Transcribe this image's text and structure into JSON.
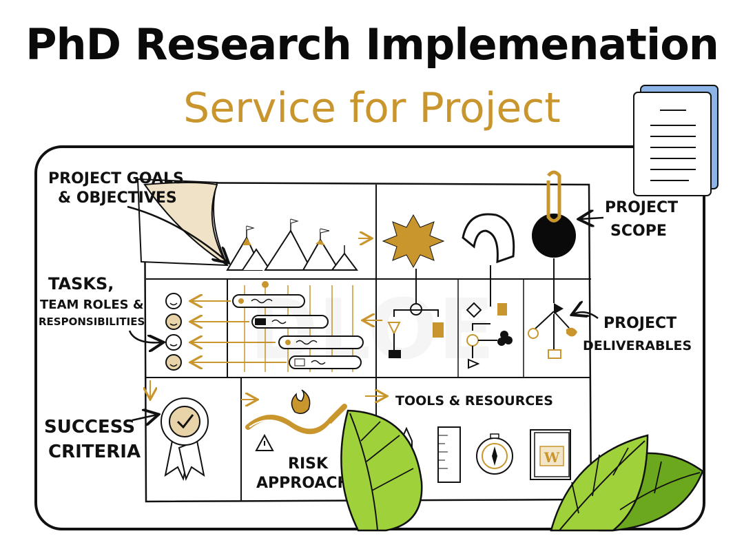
{
  "header": {
    "title": "PhD Research Implemenation",
    "subtitle": "Service for Project"
  },
  "diagram": {
    "labels": {
      "goals_line1": "PROJECT GOALS",
      "goals_line2": "& OBJECTIVES",
      "scope_line1": "PROJECT",
      "scope_line2": "SCOPE",
      "tasks_line1": "TASKS,",
      "tasks_line2": "TEAM ROLES &",
      "tasks_line3": "RESPONSIBILITIES",
      "deliverables_line1": "PROJECT",
      "deliverables_line2": "DELIVERABLES",
      "success_line1": "SUCCESS",
      "success_line2": "CRITERIA",
      "risk_line1": "RISK",
      "risk_line2": "APPROACH",
      "tools": "TOOLS & RESOURCES"
    },
    "book_letter": "W",
    "colors": {
      "gold": "#c9962e",
      "ink": "#111111",
      "leaf_light": "#9fd13a",
      "leaf_dark": "#6ba81e",
      "doc_blue": "#8db4e6"
    }
  }
}
